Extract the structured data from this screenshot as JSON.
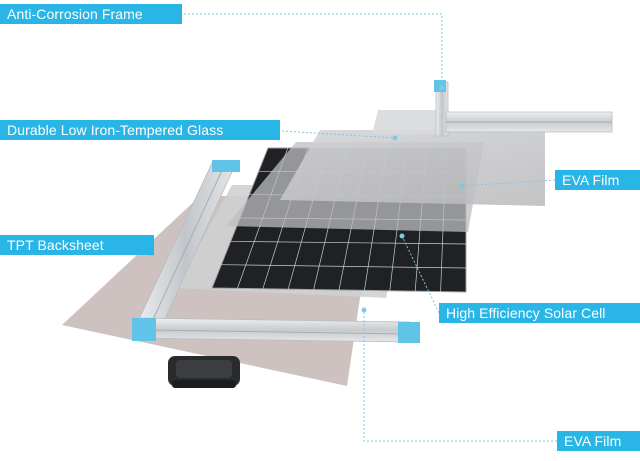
{
  "labels": {
    "anti_corrosion_frame": "Anti-Corrosion Frame",
    "tempered_glass": "Durable Low Iron-Tempered Glass",
    "tpt_backsheet": "TPT Backsheet",
    "eva_film_top": "EVA Film",
    "solar_cell": "High Efficiency Solar Cell",
    "eva_film_bottom": "EVA Film"
  },
  "colors": {
    "label_bg": "#29b6e6",
    "label_text": "#ffffff",
    "leader_line": "#7fc9e3",
    "cell": "#1f2124",
    "cell_grid": "#c9cbcd",
    "backsheet": "#cbbfbe",
    "frame": "#d3d6d9",
    "corner_cap": "#5fc4e8"
  },
  "icons": {
    "junction_box": "junction-box-icon"
  }
}
